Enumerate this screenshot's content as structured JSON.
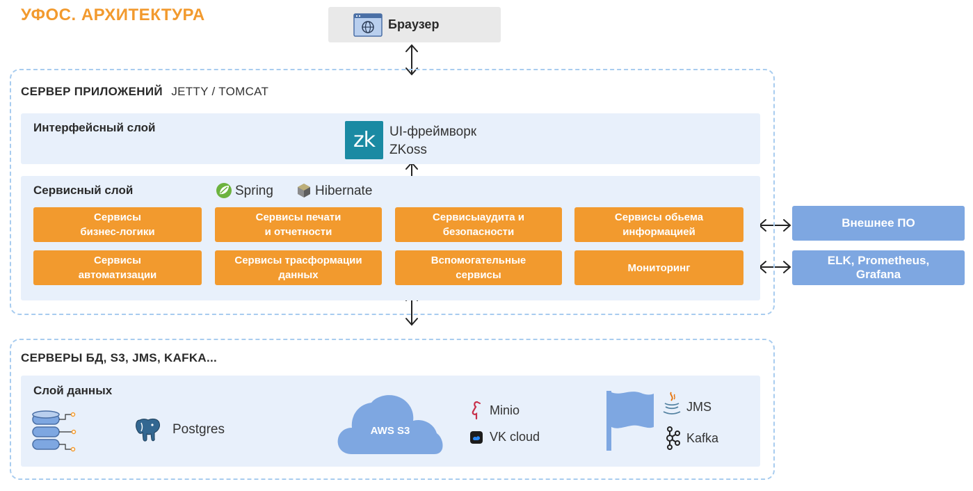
{
  "title": "УФОС. АРХИТЕКТУРА",
  "browser": {
    "label": "Браузер",
    "icon": "browser-globe-icon"
  },
  "app_server": {
    "title": "СЕРВЕР ПРИЛОЖЕНИЙ",
    "subtitle": "JETTY / TOMCAT",
    "interface_layer": {
      "title": "Интерфейсный слой",
      "logo_text": "zk",
      "framework_line1": "UI-фреймворк",
      "framework_line2": "ZKoss"
    },
    "service_layer": {
      "title": "Сервисный слой",
      "tech": [
        "Spring",
        "Hibernate"
      ],
      "services": [
        "Сервисы\nбизнес-логики",
        "Сервисы печати\nи отчетности",
        "Сервисыаудита и\nбезопасности",
        "Сервисы обьема\nинформацией",
        "Сервисы\nавтоматизации",
        "Сервисы  трасформации\nданных",
        "Вспомогательные\nсервисы",
        "Мониторинг"
      ]
    }
  },
  "external": [
    "Внешнее ПО",
    "ELK, Prometheus,\nGrafana"
  ],
  "db_servers": {
    "title": "СЕРВЕРЫ БД, S3, JMS, KAFKA...",
    "data_layer": {
      "title": "Слой данных",
      "postgres": "Postgres",
      "cloud": "AWS S3",
      "minio": "Minio",
      "vkcloud": "VK cloud",
      "jms": "JMS",
      "kafka": "Kafka"
    }
  },
  "colors": {
    "accent_orange": "#f29a2e",
    "blue_box": "#7ea7e1",
    "panel_bg": "#e8f0fb",
    "dashed_border": "#a8ccef",
    "zk_logo": "#1a8aa3"
  }
}
